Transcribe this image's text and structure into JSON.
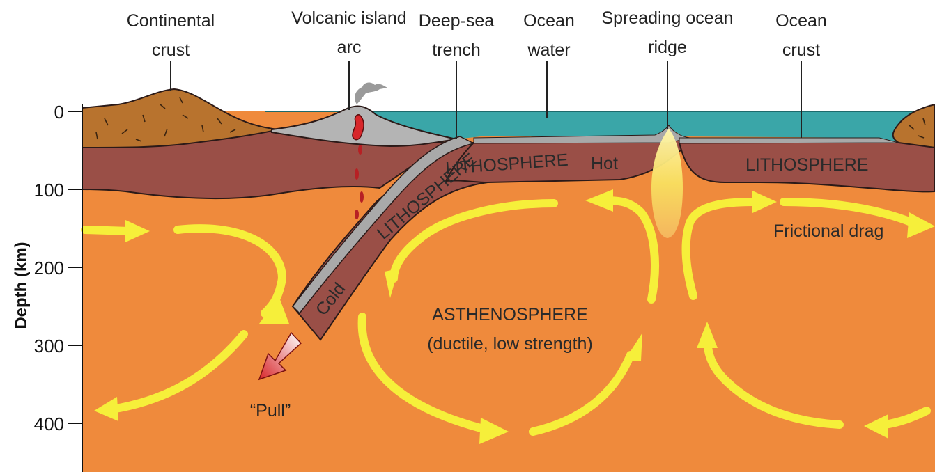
{
  "labels": {
    "continental_crust": [
      "Continental",
      "crust"
    ],
    "volcanic_island_arc": [
      "Volcanic island",
      "arc"
    ],
    "deep_sea_trench": [
      "Deep-sea",
      "trench"
    ],
    "ocean_water": [
      "Ocean",
      "water"
    ],
    "spreading_ocean_ridge": [
      "Spreading ocean",
      "ridge"
    ],
    "ocean_crust": [
      "Ocean",
      "crust"
    ]
  },
  "inner_labels": {
    "lithosphere_left": "LITHOSPHERE",
    "lithosphere_slab": "LITHOSPHERE",
    "lithosphere_right": "LITHOSPHERE",
    "hot": "Hot",
    "cold": "Cold",
    "frictional_drag": "Frictional drag",
    "asthenosphere": "ASTHENOSPHERE",
    "asthenosphere_sub": "(ductile, low strength)",
    "pull": "“Pull”"
  },
  "axis": {
    "title": "Depth (km)",
    "ticks": [
      "0",
      "100",
      "200",
      "300",
      "400"
    ]
  },
  "colors": {
    "ocean_water": "#3aa6a8",
    "continental_crust": "#b8732e",
    "lithosphere": "#9a4f47",
    "asthenosphere": "#ef8a3c",
    "oceanic_crust_strip": "#a9a9a9",
    "arrows": "#f6ef3a",
    "pull_arrow": "#d7262a",
    "magma": "#f8e060"
  }
}
